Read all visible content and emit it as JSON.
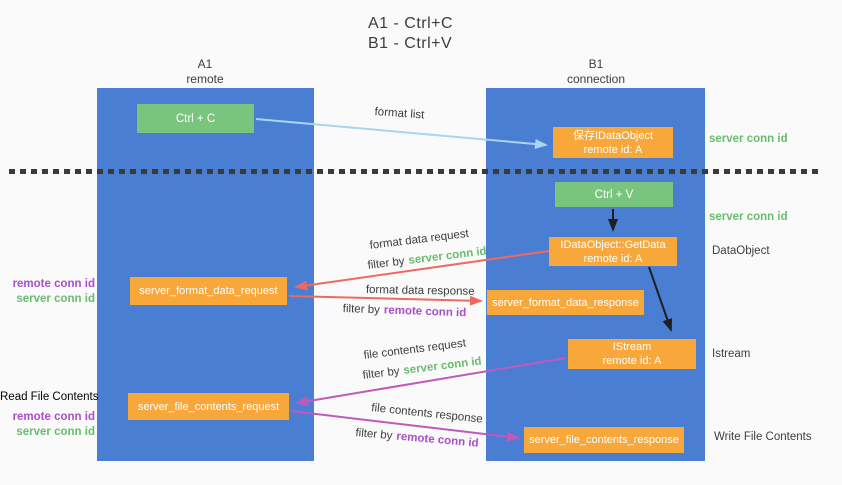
{
  "title": {
    "line1": "A1 - Ctrl+C",
    "line2": "B1 - Ctrl+V"
  },
  "lanes": {
    "left": {
      "name": "A1",
      "subtitle": "remote"
    },
    "right": {
      "name": "B1",
      "subtitle": "connection"
    }
  },
  "nodes": {
    "ctrl_c": "Ctrl + C",
    "ctrl_v": "Ctrl + V",
    "save_idataobject": {
      "title": "保存IDataObject",
      "subtitle": "remote id: A"
    },
    "getdata": {
      "title": "IDataObject::GetData",
      "subtitle": "remote id: A"
    },
    "istream": {
      "title": "IStream",
      "subtitle": "remote id: A"
    },
    "server_format_data_request": "server_format_data_request",
    "server_format_data_response": "server_format_data_response",
    "server_file_contents_request": "server_file_contents_request",
    "server_file_contents_response": "server_file_contents_response"
  },
  "arrow_labels": {
    "format_list": "format list",
    "format_data_request": "format data request",
    "format_data_response": "format data response",
    "file_contents_request": "file contents request",
    "file_contents_response": "file contents response",
    "filter_by": "filter by"
  },
  "shared": {
    "server_conn_id": "server conn id",
    "remote_conn_id": "remote conn id"
  },
  "side_labels": {
    "dataobject": "DataObject",
    "istream": "Istream",
    "read_file_contents": "Read File Contents",
    "write_file_contents": "Write File Contents"
  },
  "colors": {
    "bg": "#fafafa",
    "lane-blue": "#4a7ed3",
    "box-green": "#79c57e",
    "box-orange": "#f8a73b",
    "label-green": "#67bd6c",
    "label-purple": "#ab4ec7",
    "arrow-red": "#ed6a60",
    "arrow-magenta": "#c159bd",
    "arrow-blue": "#aad4f0",
    "arrow-black": "#1f1f1f",
    "text-dark": "#3d3d3d"
  }
}
